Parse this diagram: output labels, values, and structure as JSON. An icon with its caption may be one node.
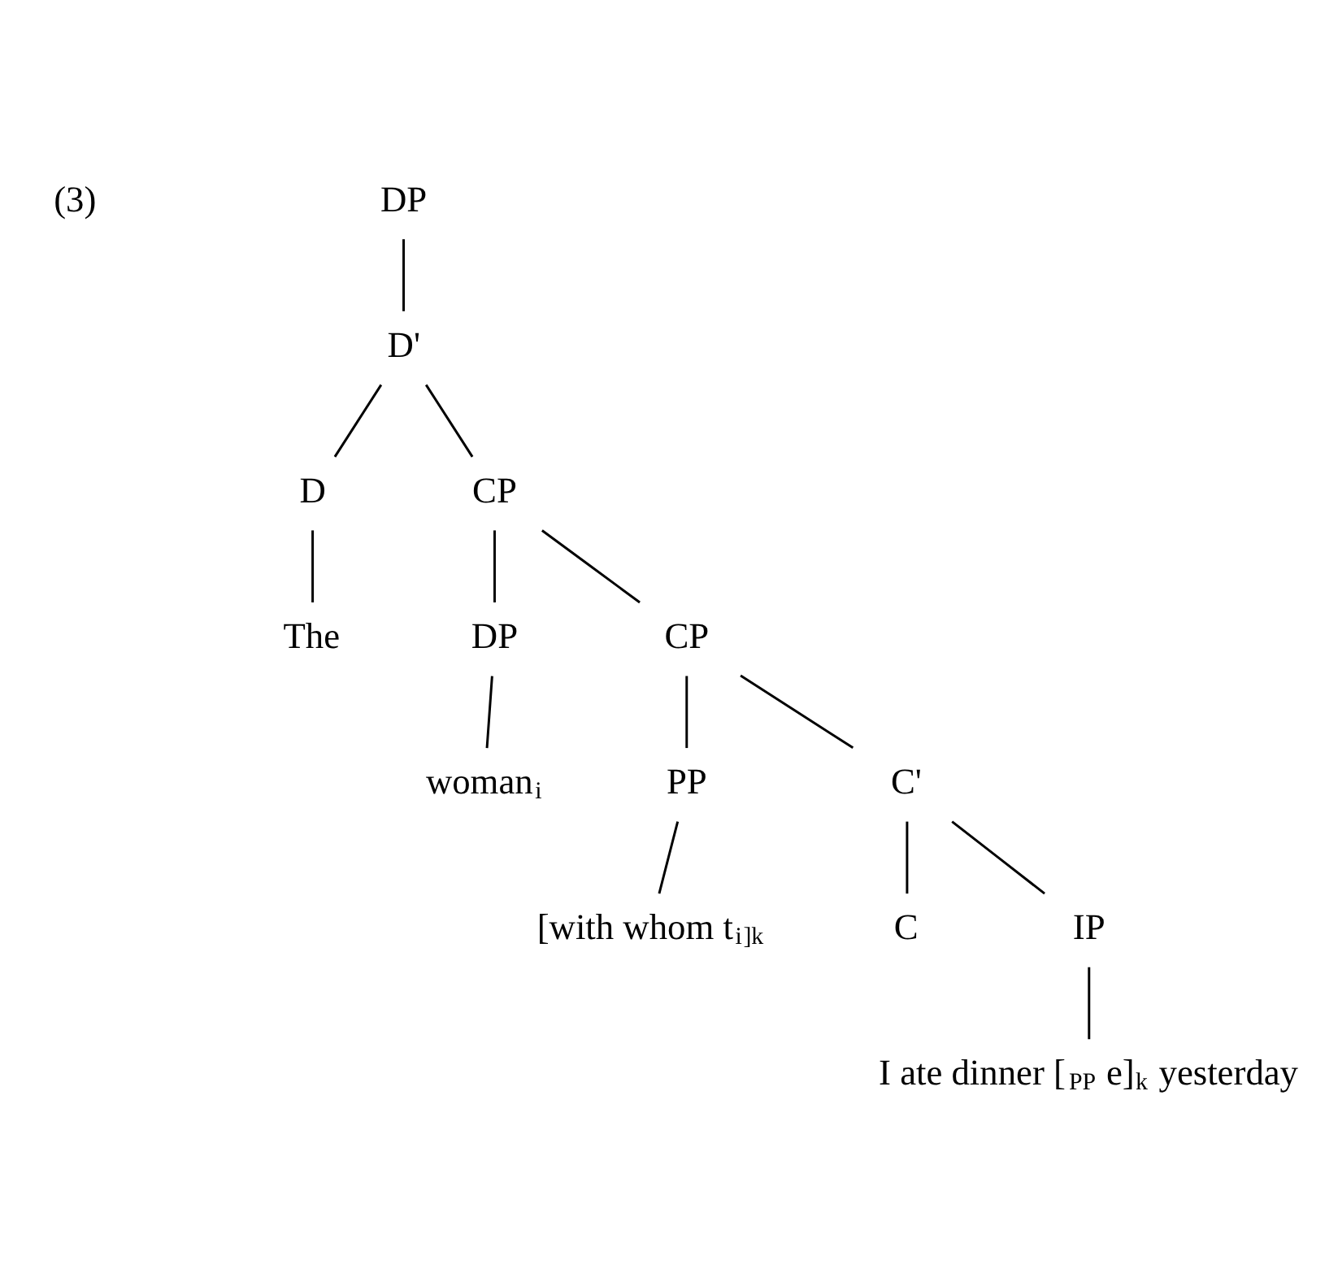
{
  "diagram": {
    "nodes": [
      {
        "text": [
          "DP"
        ]
      },
      {
        "text": [
          "D'"
        ]
      },
      {
        "text": [
          "D"
        ]
      },
      {
        "text": [
          "CP"
        ]
      },
      {
        "text": [
          "The"
        ]
      },
      {
        "text": [
          "DP"
        ]
      },
      {
        "text": [
          "CP"
        ]
      },
      {
        "text": [
          "woman$_{i}$"
        ]
      },
      {
        "text": [
          "PP"
        ]
      },
      {
        "text": [
          "C'"
        ]
      },
      {
        "text": [
          "[with whom t$_{i}$]$_{k}$"
        ]
      },
      {
        "text": [
          "C"
        ]
      },
      {
        "text": [
          "IP"
        ]
      },
      {
        "text": [
          "I ate dinner [$_{PP}$ e]$_{k}$ yesterday"
        ]
      }
    ],
    "edges": [
      {
        "from": 0,
        "to": 1,
        "arrow": "none"
      },
      {
        "from": 1,
        "to": 2,
        "arrow": "none"
      },
      {
        "from": 1,
        "to": 3,
        "arrow": "none"
      },
      {
        "from": 2,
        "to": 4,
        "arrow": "none"
      },
      {
        "from": 3,
        "to": 5,
        "arrow": "none"
      },
      {
        "from": 3,
        "to": 6,
        "arrow": "none"
      },
      {
        "from": 5,
        "to": 7,
        "arrow": "none"
      },
      {
        "from": 6,
        "to": 8,
        "arrow": "none"
      },
      {
        "from": 6,
        "to": 9,
        "arrow": "none"
      },
      {
        "from": 8,
        "to": 10,
        "arrow": "none"
      },
      {
        "from": 9,
        "to": 11,
        "arrow": "none"
      },
      {
        "from": 9,
        "to": 12,
        "arrow": "none"
      },
      {
        "from": 12,
        "to": 13,
        "arrow": "none"
      }
    ],
    "labels": [
      "(3)"
    ]
  }
}
